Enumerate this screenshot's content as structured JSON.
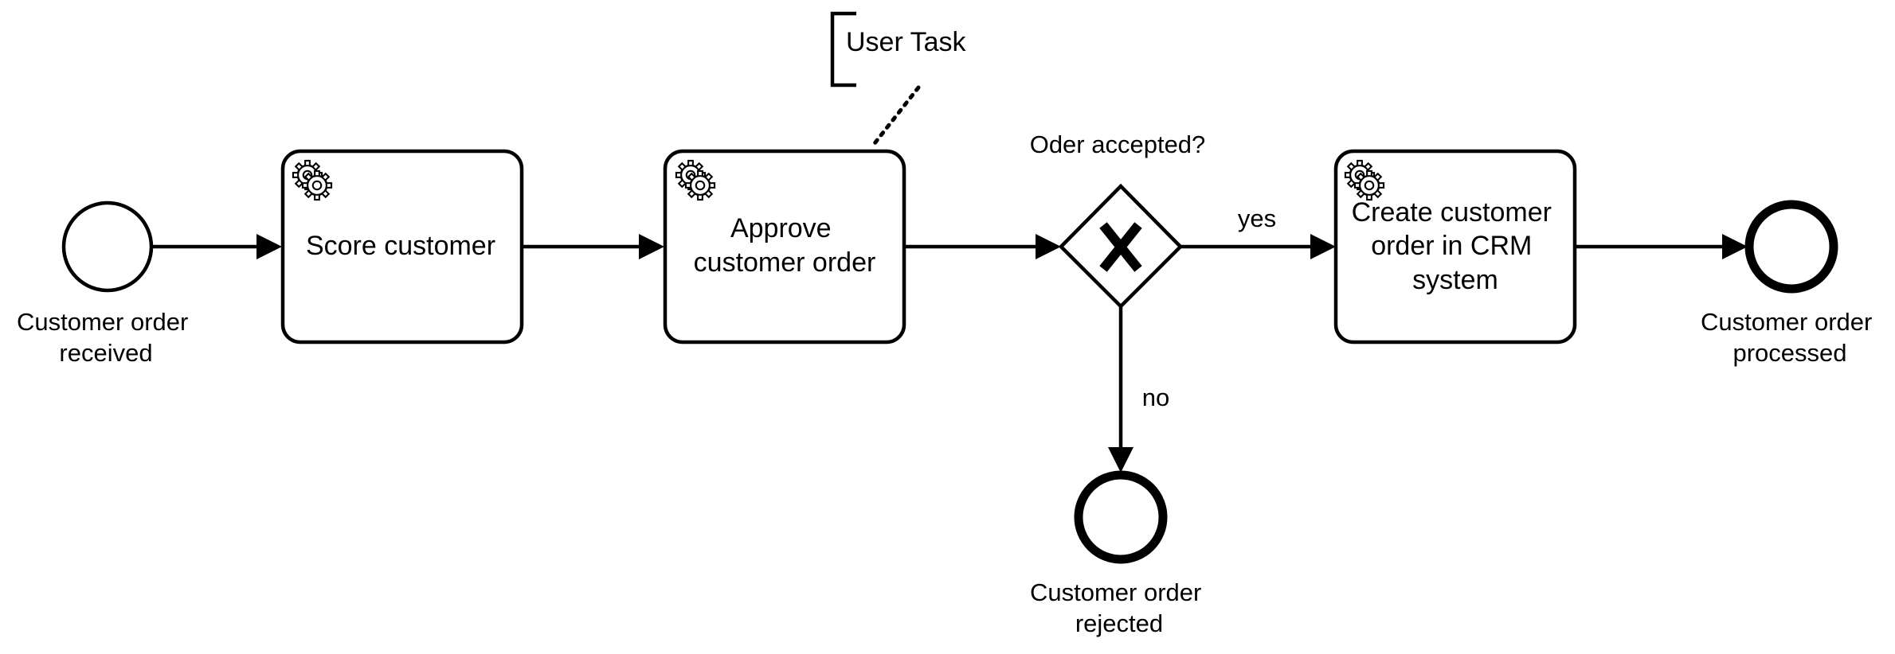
{
  "diagram": {
    "start_event": {
      "label": [
        "Customer order",
        "received"
      ]
    },
    "tasks": [
      {
        "id": "score",
        "label": [
          "Score customer"
        ],
        "type_icon": "gear-icon"
      },
      {
        "id": "approve",
        "label": [
          "Approve",
          "customer order"
        ],
        "type_icon": "gear-icon"
      },
      {
        "id": "create",
        "label": [
          "Create customer",
          "order in CRM",
          "system"
        ],
        "type_icon": "gear-icon"
      }
    ],
    "annotation": {
      "text": "User Task"
    },
    "gateway": {
      "label": "Oder accepted?",
      "marker": "X"
    },
    "flows": {
      "yes_label": "yes",
      "no_label": "no"
    },
    "end_events": {
      "processed": {
        "label": [
          "Customer order",
          "processed"
        ]
      },
      "rejected": {
        "label": [
          "Customer order",
          "rejected"
        ]
      }
    }
  }
}
